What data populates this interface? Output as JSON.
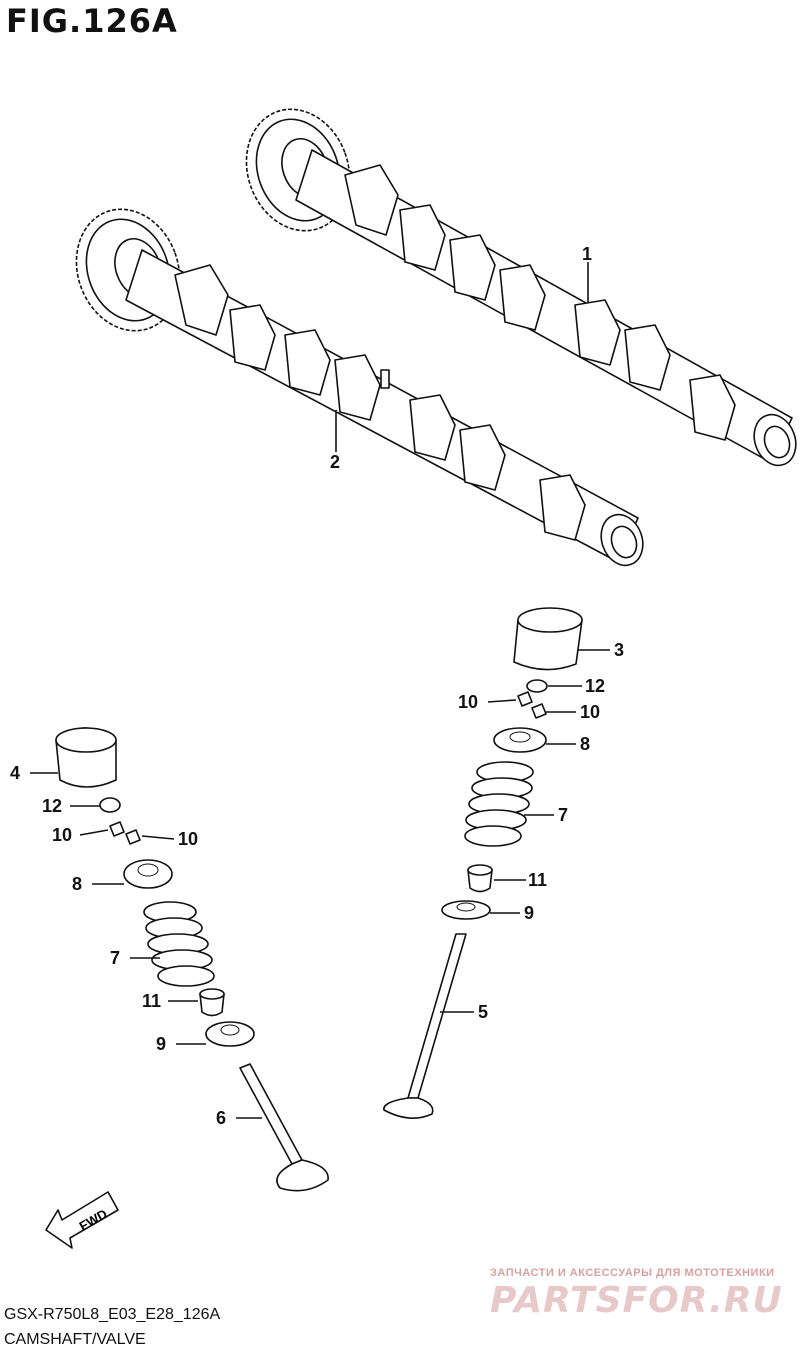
{
  "figure": {
    "title": "FIG.126A",
    "model_code": "GSX-R750L8_E03_E28_126A",
    "section_name": "CAMSHAFT/VALVE"
  },
  "watermark": {
    "tagline": "ЗАПЧАСТИ И АКСЕССУАРЫ ДЛЯ МОТОТЕХНИКИ",
    "logo": "PARTSFOR.RU"
  },
  "fwd_label": "FWD",
  "callouts": [
    {
      "id": "c1",
      "label": "1"
    },
    {
      "id": "c2",
      "label": "2"
    },
    {
      "id": "c3",
      "label": "3"
    },
    {
      "id": "c12r",
      "label": "12"
    },
    {
      "id": "c10ra",
      "label": "10"
    },
    {
      "id": "c10rb",
      "label": "10"
    },
    {
      "id": "c8r",
      "label": "8"
    },
    {
      "id": "c7r",
      "label": "7"
    },
    {
      "id": "c11r",
      "label": "11"
    },
    {
      "id": "c9r",
      "label": "9"
    },
    {
      "id": "c5",
      "label": "5"
    },
    {
      "id": "c4",
      "label": "4"
    },
    {
      "id": "c12l",
      "label": "12"
    },
    {
      "id": "c10la",
      "label": "10"
    },
    {
      "id": "c10lb",
      "label": "10"
    },
    {
      "id": "c8l",
      "label": "8"
    },
    {
      "id": "c7l",
      "label": "7"
    },
    {
      "id": "c11l",
      "label": "11"
    },
    {
      "id": "c9l",
      "label": "9"
    },
    {
      "id": "c6",
      "label": "6"
    }
  ]
}
